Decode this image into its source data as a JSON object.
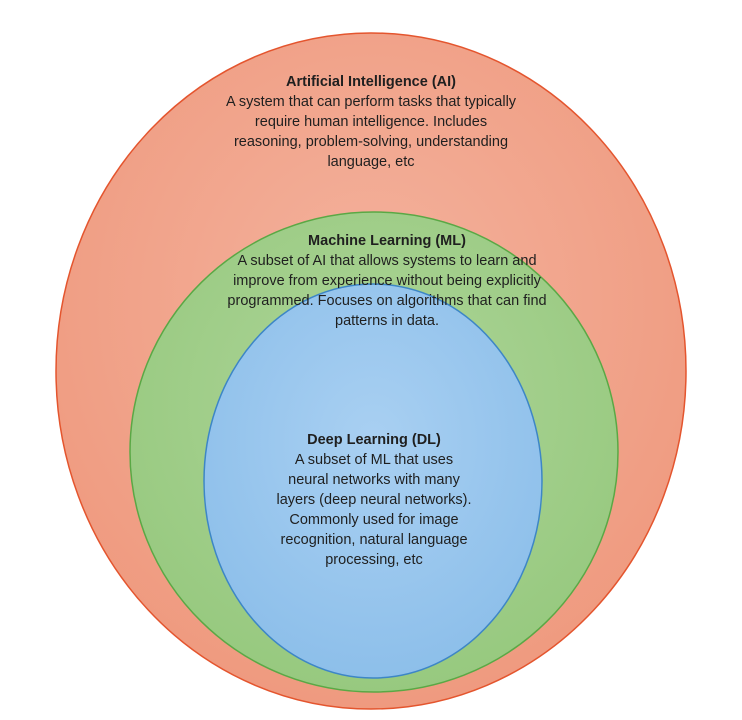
{
  "diagram": {
    "outer": {
      "title": "Artificial Intelligence (AI)",
      "description": "A system that can perform tasks that typically require human intelligence. Includes reasoning, problem-solving, understanding language, etc",
      "fill": "#f2a58e",
      "stroke": "#e4552e"
    },
    "middle": {
      "title": "Machine Learning (ML)",
      "description": "A subset of AI that allows systems to learn and improve from experience without being explicitly programmed. Focuses on algorithms that can find patterns in data.",
      "fill": "#a6d08e",
      "stroke": "#5aa845"
    },
    "inner": {
      "title": "Deep Learning (DL)",
      "description": "A subset of ML that uses neural networks with many layers (deep neural networks). Commonly used for image recognition, natural language processing, etc",
      "fill": "#9fcaef",
      "stroke": "#3d86c6"
    }
  }
}
